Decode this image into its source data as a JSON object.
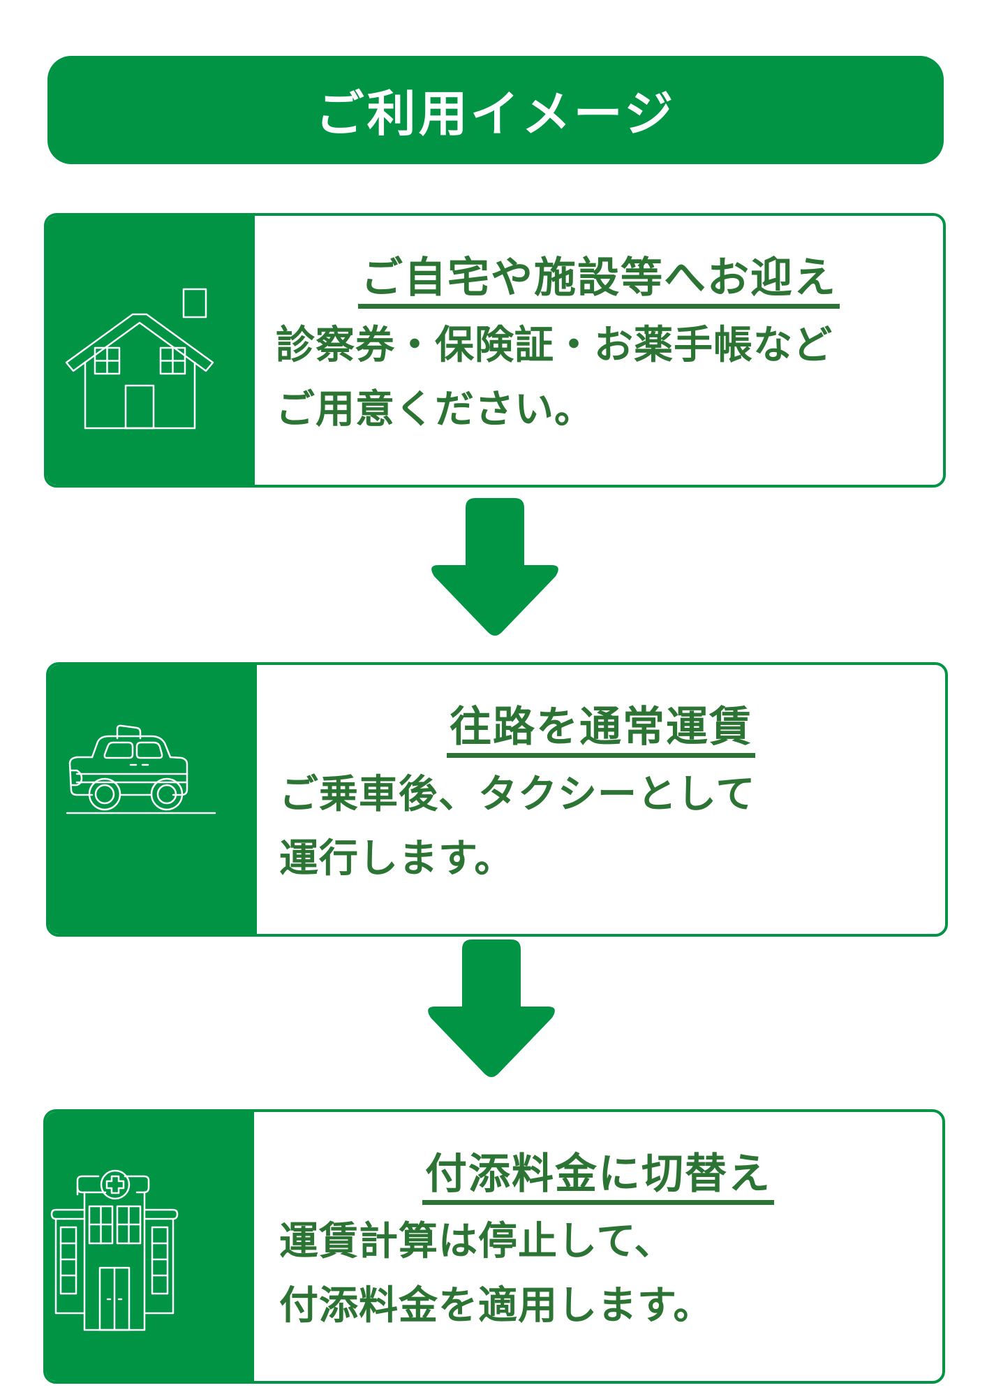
{
  "header": {
    "title": "ご利用イメージ"
  },
  "steps": [
    {
      "icon": "house-icon",
      "title": "ご自宅や施設等へお迎え",
      "body_lines": [
        "診察券・保険証・お薬手帳など",
        "ご用意ください。"
      ]
    },
    {
      "icon": "taxi-icon",
      "title": "往路を通常運賃",
      "body_lines": [
        "ご乗車後、タクシーとして",
        "運行します。"
      ]
    },
    {
      "icon": "hospital-icon",
      "title": "付添料金に切替え",
      "body_lines": [
        "運賃計算は停止して、",
        "付添料金を適用します。"
      ]
    }
  ],
  "arrows": [
    "down-arrow-icon",
    "down-arrow-icon"
  ],
  "colors": {
    "primary": "#009444",
    "text": "#2b7433",
    "header_text": "#ffffff"
  }
}
